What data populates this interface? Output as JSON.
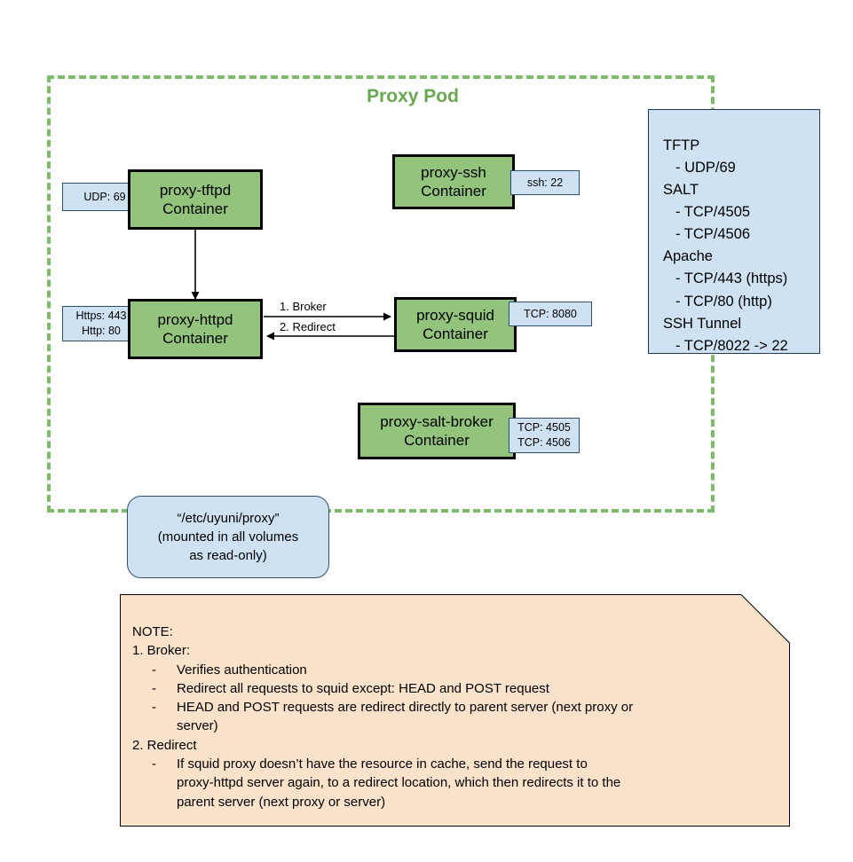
{
  "pod": {
    "title": "Proxy Pod",
    "border_color": "#7dbb6a",
    "title_color": "#6aa84f"
  },
  "colors": {
    "container_fill": "#93c47d",
    "label_fill": "#cfe2f3",
    "note_fill": "#fbe2cb",
    "stroke": "#000000"
  },
  "containers": [
    {
      "id": "tftpd",
      "name": "proxy-tftpd",
      "kind": "Container",
      "ports": [
        "UDP: 69"
      ]
    },
    {
      "id": "ssh",
      "name": "proxy-ssh",
      "kind": "Container",
      "ports": [
        "ssh: 22"
      ]
    },
    {
      "id": "httpd",
      "name": "proxy-httpd",
      "kind": "Container",
      "ports": [
        "Https: 443",
        "Http: 80"
      ]
    },
    {
      "id": "squid",
      "name": "proxy-squid",
      "kind": "Container",
      "ports": [
        "TCP: 8080"
      ]
    },
    {
      "id": "salt_broker",
      "name": "proxy-salt-broker",
      "kind": "Container",
      "ports": [
        "TCP: 4505",
        "TCP: 4506"
      ]
    }
  ],
  "edges": [
    {
      "id": "broker",
      "label": "1. Broker",
      "from": "httpd",
      "to": "squid"
    },
    {
      "id": "redirect",
      "label": "2. Redirect",
      "from": "squid",
      "to": "httpd"
    },
    {
      "id": "tftpd_to_httpd",
      "label": "",
      "from": "tftpd",
      "to": "httpd"
    }
  ],
  "ports_panel": [
    {
      "text": "TFTP",
      "indent": false
    },
    {
      "text": "- UDP/69",
      "indent": false
    },
    {
      "text": "SALT",
      "indent": false
    },
    {
      "text": "- TCP/4505",
      "indent": true
    },
    {
      "text": "- TCP/4506",
      "indent": true
    },
    {
      "text": "Apache",
      "indent": false
    },
    {
      "text": "- TCP/443 (https)",
      "indent": true
    },
    {
      "text": "- TCP/80 (http)",
      "indent": true
    },
    {
      "text": "SSH Tunnel",
      "indent": false
    },
    {
      "text": "- TCP/8022 -> 22",
      "indent": true
    }
  ],
  "volume": {
    "lines": [
      "“/etc/uyuni/proxy”",
      "(mounted in all volumes",
      "as read-only)"
    ]
  },
  "note": {
    "heading": "NOTE:",
    "sections": [
      {
        "title": "1. Broker:",
        "bullets": [
          {
            "dash": "-",
            "lines": [
              "Verifies authentication"
            ]
          },
          {
            "dash": "-",
            "lines": [
              "Redirect all requests to squid except: HEAD and POST request"
            ]
          },
          {
            "dash": "-",
            "lines": [
              "HEAD and POST requests are redirect directly to parent server (next proxy or",
              "server)"
            ]
          }
        ]
      },
      {
        "title": "2. Redirect",
        "bullets": [
          {
            "dash": "-",
            "lines": [
              "If squid proxy doesn’t have the resource in cache, send the request to",
              "proxy-httpd server again, to a redirect location, which then redirects it to the",
              "parent server (next proxy or server)"
            ]
          }
        ]
      }
    ]
  }
}
